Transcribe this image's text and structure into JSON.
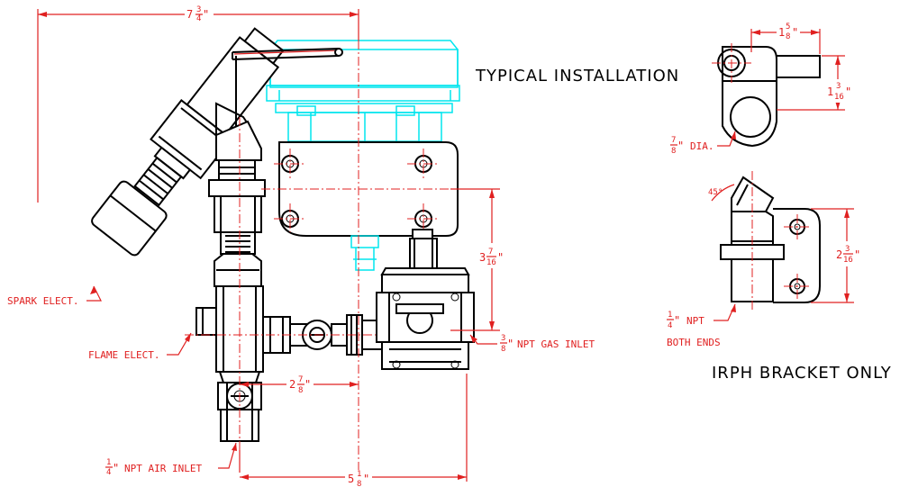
{
  "titles": {
    "typical_installation": "TYPICAL INSTALLATION",
    "irph_bracket_only": "IRPH BRACKET ONLY"
  },
  "dimensions": {
    "overall_width": {
      "whole": "7",
      "num": "3",
      "den": "4",
      "unit": "\""
    },
    "inlet_offset": {
      "whole": "2",
      "num": "7",
      "den": "8",
      "unit": "\""
    },
    "base_width": {
      "whole": "5",
      "num": "1",
      "den": "8",
      "unit": "\""
    },
    "vertical_height": {
      "whole": "3",
      "num": "7",
      "den": "16",
      "unit": "\""
    },
    "gas_inlet_size": {
      "num": "3",
      "den": "8",
      "unit": "\""
    },
    "air_inlet_size": {
      "num": "1",
      "den": "4",
      "unit": "\""
    },
    "bracket_arm_width": {
      "whole": "1",
      "num": "5",
      "den": "8",
      "unit": "\""
    },
    "bracket_height": {
      "whole": "1",
      "num": "3",
      "den": "16",
      "unit": "\""
    },
    "hole_dia": {
      "num": "7",
      "den": "8",
      "unit": "\""
    },
    "irph_height": {
      "whole": "2",
      "num": "3",
      "den": "16",
      "unit": "\""
    },
    "elbow_angle": "45°",
    "npt_size": {
      "num": "1",
      "den": "4",
      "unit": "\""
    }
  },
  "callouts": {
    "spark_elect": "SPARK ELECT.",
    "flame_elect": "FLAME ELECT.",
    "gas_inlet": "NPT GAS INLET",
    "air_inlet": "NPT AIR INLET",
    "dia": "DIA.",
    "npt": "NPT",
    "both_ends": "BOTH ENDS"
  },
  "colors": {
    "dimension": "#e02020",
    "outline": "#000000",
    "reference_equipment": "#00e5ee"
  }
}
